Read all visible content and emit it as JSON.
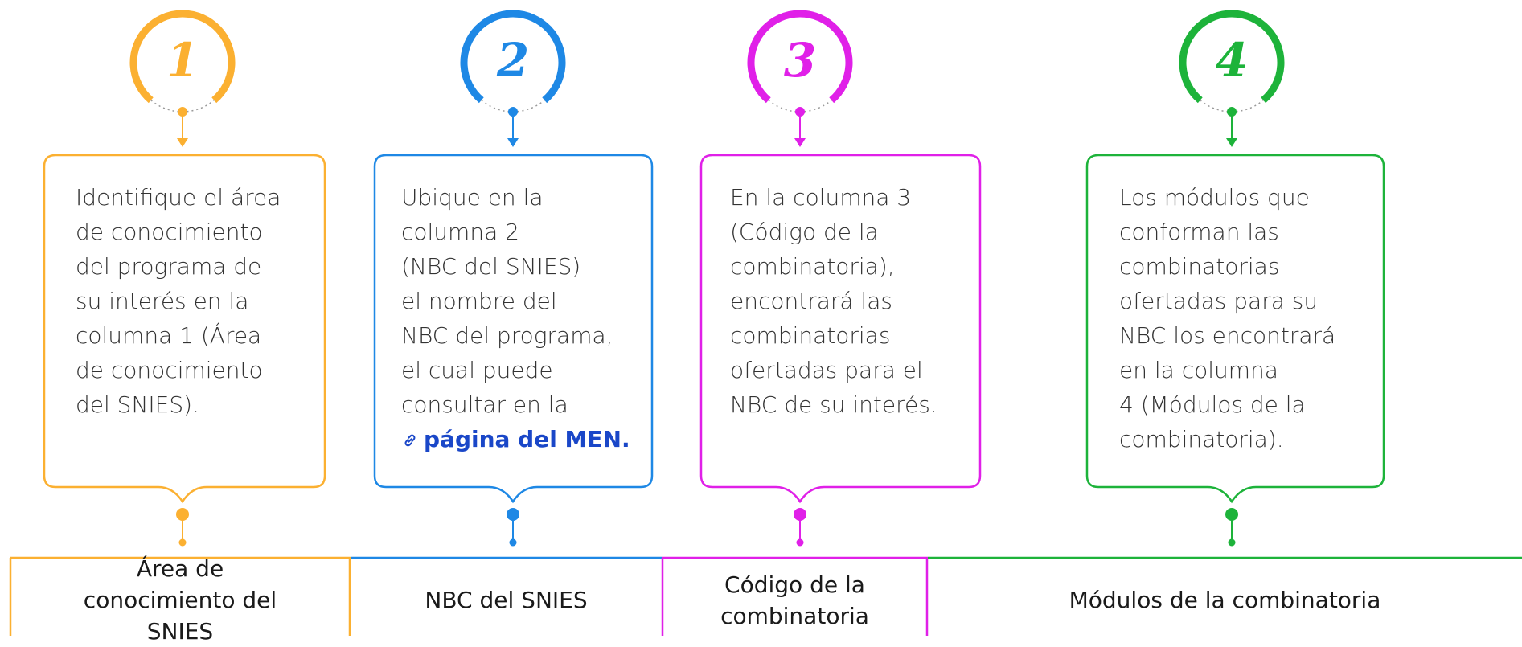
{
  "steps": [
    {
      "number": "1",
      "color": "#FBB031",
      "lines": [
        "Identifique el área",
        "de conocimiento",
        "del programa de",
        "su interés en la",
        "columna 1 (Área",
        "de conocimiento",
        "del SNIES)."
      ]
    },
    {
      "number": "2",
      "color": "#1E88E5",
      "lines": [
        "Ubique en la",
        "columna 2",
        "(NBC del SNIES)",
        "el nombre del",
        "NBC del programa,",
        "el cual puede",
        "consultar en la"
      ],
      "link": {
        "label": "página del MEN.",
        "icon": "link-icon",
        "color": "#1A47C8"
      }
    },
    {
      "number": "3",
      "color": "#E020E8",
      "lines": [
        "En la columna 3",
        "(Código de la",
        "combinatoria),",
        "encontrará las",
        "combinatorias",
        "ofertadas para el",
        "NBC de su interés."
      ]
    },
    {
      "number": "4",
      "color": "#1DB33A",
      "lines": [
        "Los módulos que",
        "conforman las",
        "combinatorias",
        "ofertadas para su",
        "NBC los encontrará",
        "en la columna",
        "4 (Módulos de la",
        "combinatoria)."
      ]
    }
  ],
  "columns": [
    {
      "label": "Área de conocimiento del SNIES",
      "color": "#FBB031"
    },
    {
      "label": "NBC del SNIES",
      "color": "#1E88E5"
    },
    {
      "label": "Código de la combinatoria",
      "color": "#E020E8"
    },
    {
      "label": "Módulos de la combinatoria",
      "color": "#1DB33A"
    }
  ]
}
